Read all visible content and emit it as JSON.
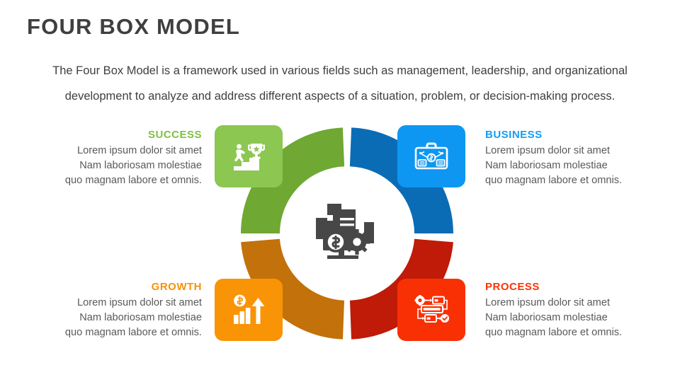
{
  "slide": {
    "title": "FOUR BOX MODEL",
    "description_line1": "The Four Box Model is a framework used in various fields such as management, leadership, and organizational",
    "description_line2": "development to analyze and address different aspects of a situation, problem, or decision-making process."
  },
  "colors": {
    "success_box": "#8cc751",
    "success_arc": "#6fa832",
    "success_label": "#7dc142",
    "business_box": "#0d97f2",
    "business_arc": "#0b6cb6",
    "business_label": "#139cf4",
    "growth_box": "#f99406",
    "growth_arc": "#c3710a",
    "growth_label": "#f6920b",
    "process_box": "#fa3005",
    "process_arc": "#bf1b08",
    "process_label": "#f93505",
    "title_text": "#3f3f3f",
    "body_text": "#595959",
    "center_icon": "#474747",
    "background": "#ffffff"
  },
  "quadrants": [
    {
      "key": "success",
      "label": "SUCCESS",
      "icon_name": "trophy-stairs-icon",
      "lines": [
        "Lorem ipsum dolor sit amet",
        "Nam laboriosam molestiae",
        "quo magnam labore et omnis."
      ]
    },
    {
      "key": "business",
      "label": "BUSINESS",
      "icon_name": "briefcase-network-icon",
      "lines": [
        "Lorem ipsum dolor sit amet",
        "Nam laboriosam molestiae",
        "quo magnam labore et omnis."
      ]
    },
    {
      "key": "growth",
      "label": "GROWTH",
      "icon_name": "growth-chart-arrow-icon",
      "lines": [
        "Lorem ipsum dolor sit amet",
        "Nam laboriosam molestiae",
        "quo magnam labore et omnis."
      ]
    },
    {
      "key": "process",
      "label": "PROCESS",
      "icon_name": "process-flowchart-icon",
      "lines": [
        "Lorem ipsum dolor sit amet",
        "Nam laboriosam molestiae",
        "quo magnam labore et omnis."
      ]
    }
  ],
  "center": {
    "icon_name": "business-documents-gear-monitor-icon"
  }
}
